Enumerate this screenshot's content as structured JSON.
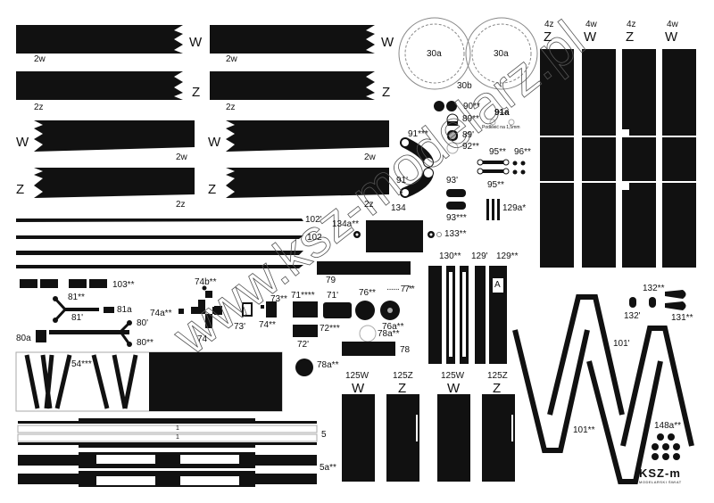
{
  "sheet": {
    "strips_left": [
      {
        "side": "W",
        "part": "2w"
      },
      {
        "side": "Z",
        "part": "2z"
      },
      {
        "side": "W",
        "part": "2w"
      },
      {
        "side": "Z",
        "part": "2z"
      }
    ],
    "strips_right": [
      {
        "side": "W",
        "part": "2w"
      },
      {
        "side": "Z",
        "part": "2z"
      },
      {
        "side": "W",
        "part": "2w"
      },
      {
        "side": "Z",
        "part": "2z"
      }
    ],
    "circles": {
      "a": "30a",
      "b": "30a",
      "base": "30b"
    },
    "right_panels": [
      {
        "part": "4z",
        "side": "Z"
      },
      {
        "part": "4w",
        "side": "W"
      },
      {
        "part": "4z",
        "side": "Z"
      },
      {
        "part": "4w",
        "side": "W"
      }
    ],
    "small_parts": {
      "p90": "90**",
      "p89": "89**",
      "p89b": "89'",
      "p92": "92**",
      "p91a": "91a",
      "p91a_note": "Podkleić na 1,5mm",
      "p91": "91***",
      "p91b": "91'",
      "p93b": "93'",
      "p93": "93***",
      "p95": "95**",
      "p96": "96**",
      "p95b": "95**",
      "p129a": "129a*",
      "p134": "134",
      "p134a": "134a**",
      "p133": "133**",
      "p102b": "102'",
      "p102": "102",
      "p130": "130**",
      "p129b": "129'",
      "p129": "129**",
      "pA": "A",
      "p103": "103**",
      "p81": "81**",
      "p81b": "81'",
      "p81a": "81a",
      "p80b": "80'",
      "p80": "80**",
      "p80a": "80a",
      "p74b": "74b**",
      "p74a": "74a**",
      "p74": "74",
      "p74s": "74**",
      "p73": "73'",
      "p73s": "73**",
      "p71": "71****",
      "p71b": "71'",
      "p72": "72***",
      "p72b": "72'",
      "p79": "79",
      "p76": "76**",
      "p76a": "76a**",
      "p77": "77**",
      "p78a": "78a**",
      "p78": "78",
      "p78a2": "78a**",
      "p54": "54***",
      "p5": "5",
      "p5a": "5a**",
      "p1a": "1",
      "p1b": "1",
      "p132": "132**",
      "p132b": "132'",
      "p131": "131**",
      "p101b": "101'",
      "p101": "101**",
      "p148a": "148a**"
    },
    "bottom_panels": [
      {
        "part": "125W",
        "side": "W"
      },
      {
        "part": "125Z",
        "side": "Z"
      },
      {
        "part": "125W",
        "side": "W"
      },
      {
        "part": "125Z",
        "side": "Z"
      }
    ],
    "logo": {
      "name": "KSZ-m",
      "sub": "MODELARSKI ŚWIAT"
    },
    "watermark": "www.ksz-modelarz.pl"
  }
}
